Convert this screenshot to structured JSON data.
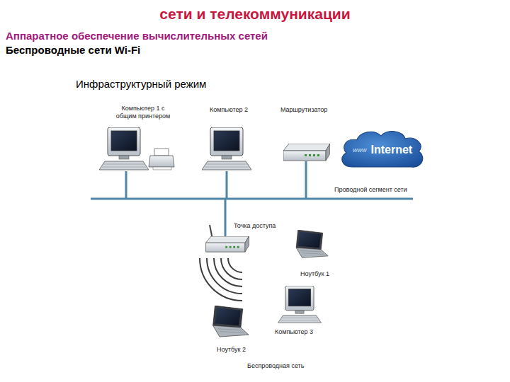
{
  "diagram": {
    "title": "сети и телекоммуникации",
    "nodes": [
      {
        "text": [
          "www",
          "Internet"
        ]
      }
    ],
    "labels": [
      "Аппаратное обеспечение вычислительных сетей",
      "Беспроводные сети Wi-Fi",
      "Инфраструктурный режим",
      "Компьютер 1 с общим принтером",
      "Компьютер 2",
      "Маршрутизатор",
      "Проводной сегмент сети",
      "Точка доступа",
      "Ноутбук 1",
      "Компьютер 3",
      "Ноутбук 2",
      "Беспроводная сеть"
    ]
  }
}
